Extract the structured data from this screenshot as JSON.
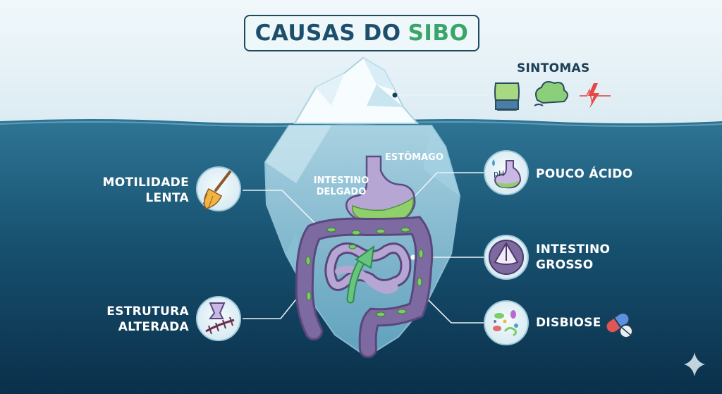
{
  "title": {
    "main": "CAUSAS DO",
    "accent": "SIBO"
  },
  "tip": {
    "label": "SINTOMAS",
    "icons": [
      "bloated-belly-icon",
      "gas-cloud-icon",
      "pain-bolt-icon"
    ]
  },
  "organs": {
    "stomach": "ESTÔMAGO",
    "small_intestine": [
      "INTESTINO",
      "DELGADO"
    ],
    "ph_text": "pH"
  },
  "causes_left": [
    {
      "lines": [
        "MOTILIDADE",
        "LENTA"
      ],
      "icon": "broom-icon"
    },
    {
      "lines": [
        "ESTRUTURA",
        "ALTERADA"
      ],
      "icon": "scarred-tissue-icon"
    }
  ],
  "causes_right": [
    {
      "lines": [
        "POUCO ÁCIDO"
      ],
      "icon": "stomach-ph-icon"
    },
    {
      "lines": [
        "INTESTINO",
        "GROSSO"
      ],
      "icon": "ileocecal-valve-icon"
    },
    {
      "lines": [
        "DISBIOSE"
      ],
      "icon": "bacteria-icon"
    }
  ],
  "colors": {
    "sky": "#e6f3f8",
    "water_top": "#2c7190",
    "water_bottom": "#0b3350",
    "accent": "#3aa56a",
    "title_text": "#1d4f6b",
    "intestine": "#7d6aa0",
    "bacteria": "#7ccc6a"
  }
}
